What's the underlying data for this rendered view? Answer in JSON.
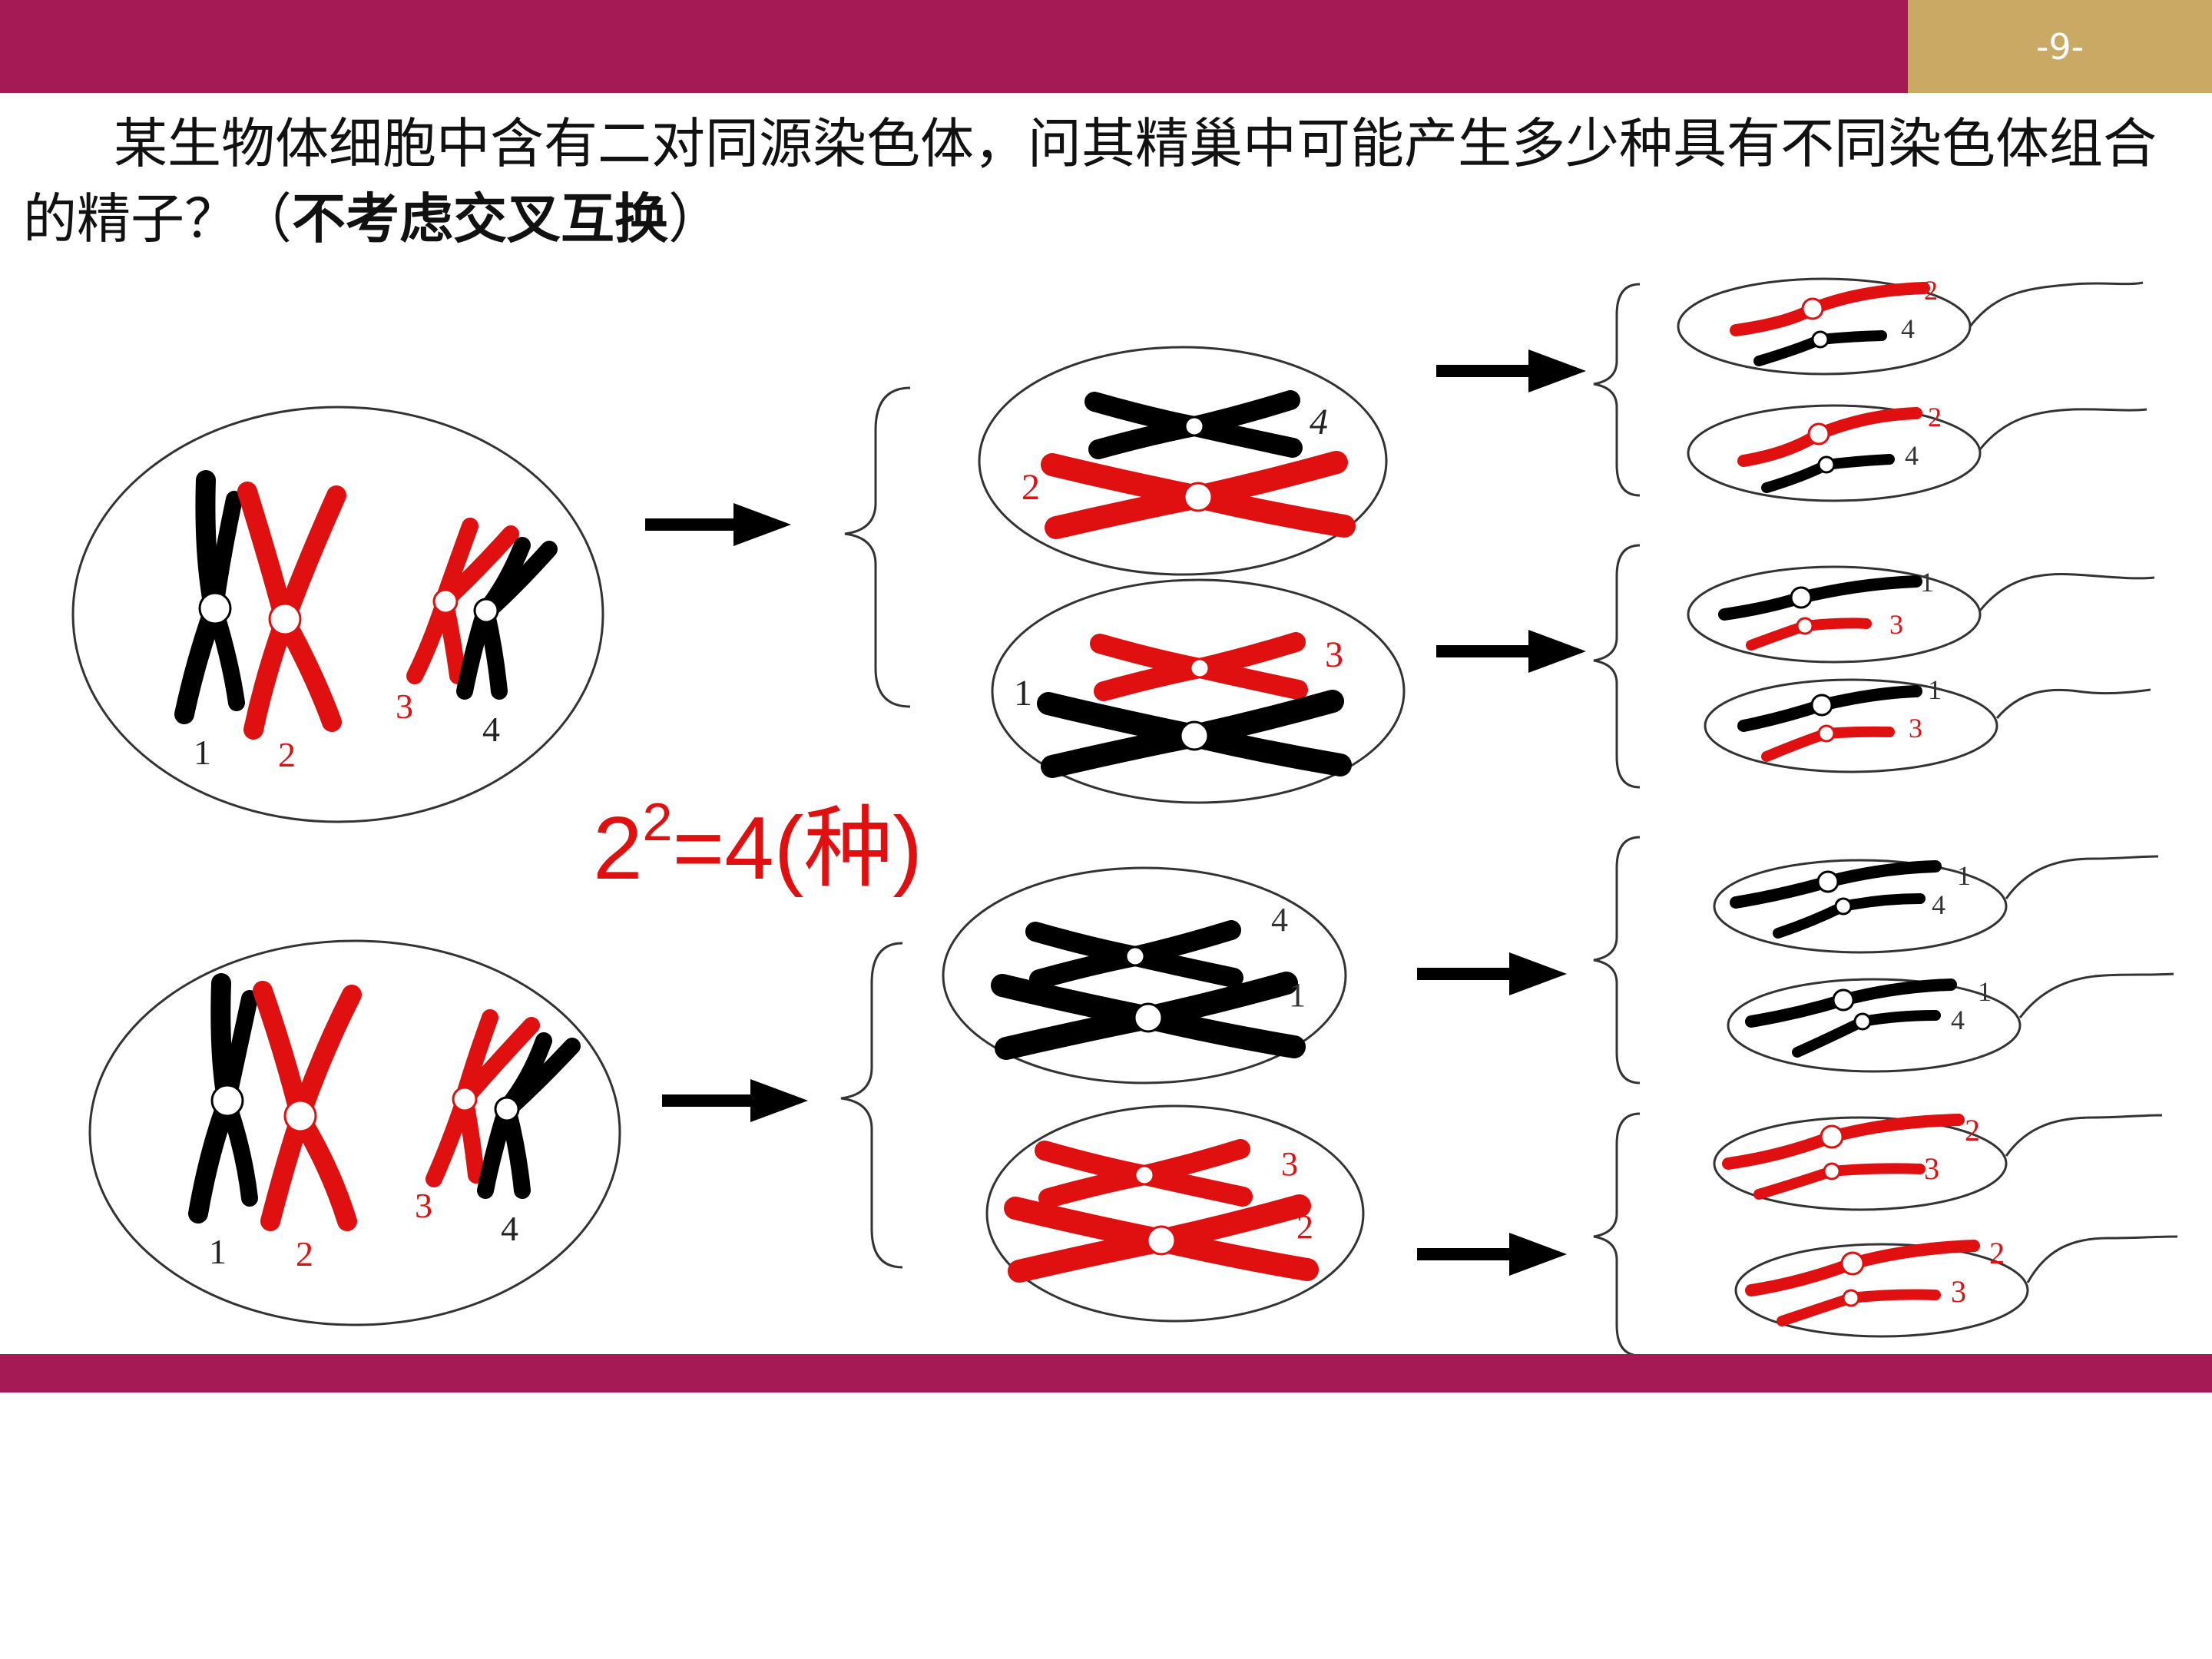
{
  "slide": {
    "page_number": "-9-"
  },
  "question": {
    "text": "某生物体细胞中含有二对同源染色体，问其精巢中可能产生多少种具有不同染色体组合的精子？（",
    "emphasis": "不考虑交叉互换",
    "closing": "）"
  },
  "formula": {
    "base": "2",
    "exponent": "2",
    "rest": "=4(种)"
  },
  "colors": {
    "maroon": "#A51A55",
    "gold": "#C9A964",
    "red": "#E01010",
    "black": "#000000"
  },
  "labels": {
    "c1": "1",
    "c2": "2",
    "c3": "3",
    "c4": "4"
  }
}
